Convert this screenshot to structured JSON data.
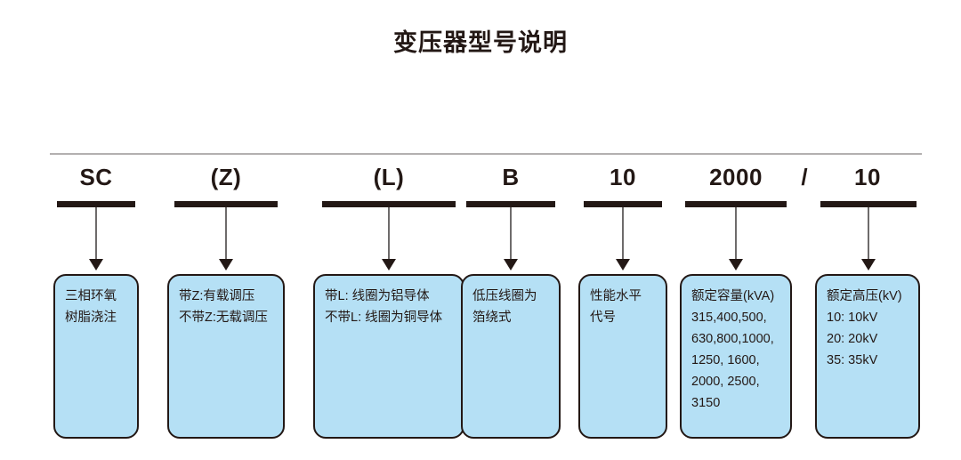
{
  "title": "变压器型号说明",
  "separator": "/",
  "colors": {
    "box_fill": "#b5e0f5",
    "box_border": "#231815",
    "text": "#231815",
    "rule": "#b3b0b0",
    "connector": "#6e6b6b"
  },
  "segments": [
    {
      "code": "SC",
      "lines": [
        "三相环氧",
        "树脂浇注"
      ]
    },
    {
      "code": "(Z)",
      "lines": [
        "带Z:有载调压",
        "不带Z:无载调压"
      ]
    },
    {
      "code": "(L)",
      "lines": [
        "带L: 线圈为铝导体",
        "不带L: 线圈为铜导体"
      ]
    },
    {
      "code": "B",
      "lines": [
        "低压线圈为",
        "箔绕式"
      ]
    },
    {
      "code": "10",
      "lines": [
        "性能水平",
        "代号"
      ]
    },
    {
      "code": "2000",
      "lines": [
        "额定容量(kVA)",
        "315,400,500,",
        "630,800,1000,",
        "1250, 1600,",
        "2000, 2500,",
        "3150"
      ]
    },
    {
      "code": "10",
      "lines": [
        "额定高压(kV)",
        "10: 10kV",
        "20: 20kV",
        "35: 35kV"
      ]
    }
  ]
}
